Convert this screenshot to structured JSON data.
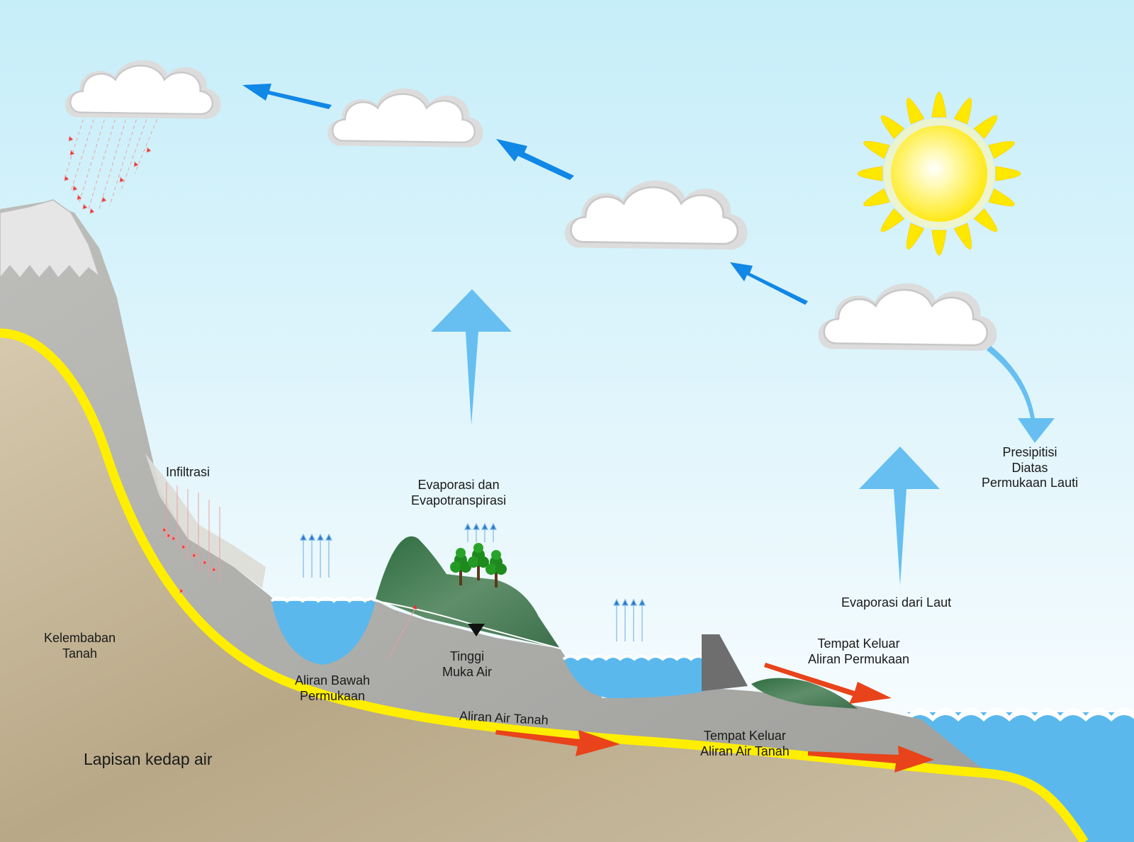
{
  "labels": {
    "infiltrasi": "Infiltrasi",
    "kelembaban": "Kelembaban\nTanah",
    "lapisan": "Lapisan kedap air",
    "evapotranspirasi": "Evaporasi dan\nEvapotranspirasi",
    "aliran_bawah": "Aliran Bawah\nPermukaan",
    "tinggi_muka_air": "Tinggi\nMuka Air",
    "aliran_air_tanah": "Aliran Air Tanah",
    "tempat_keluar_air_tanah": "Tempat Keluar\nAliran Air Tanah",
    "tempat_keluar_permukaan": "Tempat Keluar\nAliran Permukaan",
    "evaporasi_laut": "Evaporasi dari Laut",
    "presipitasi": "Presipitisi\nDiatas\nPermukaan Lauti"
  },
  "colors": {
    "sky_top": "#c8eef8",
    "sky_bottom": "#ffffff",
    "bedrock": "#b9a98c",
    "aquifer_gray": "#a9a9a6",
    "impermeable_layer": "#ffee00",
    "water": "#5ab8ec",
    "evaporation_arrow": "#66bff0",
    "circulation_arrow": "#1187e6",
    "flow_arrow": "#e8431a",
    "sun_core": "#ffef2a",
    "sun_rays": "#ffe800",
    "forest": "#4b7a52",
    "snow": "#e6e6e6"
  },
  "icons": [
    "sun-icon",
    "cloud-icon",
    "rain-icon",
    "tree-icon",
    "water-table-marker-icon",
    "wave-icon"
  ]
}
